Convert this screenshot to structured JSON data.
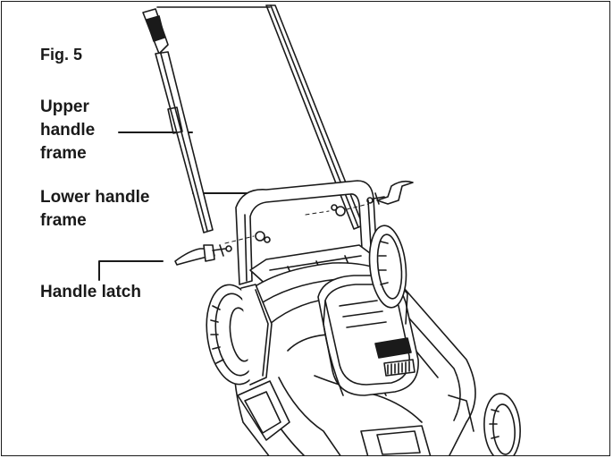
{
  "figure": {
    "label": "Fig. 5"
  },
  "callouts": {
    "upper_handle_frame": [
      "Upper",
      "handle",
      "frame"
    ],
    "lower_handle_frame": [
      "Lower handle",
      "frame"
    ],
    "handle_latch": "Handle latch"
  },
  "colors": {
    "line": "#1a1a1a",
    "background": "#ffffff"
  }
}
